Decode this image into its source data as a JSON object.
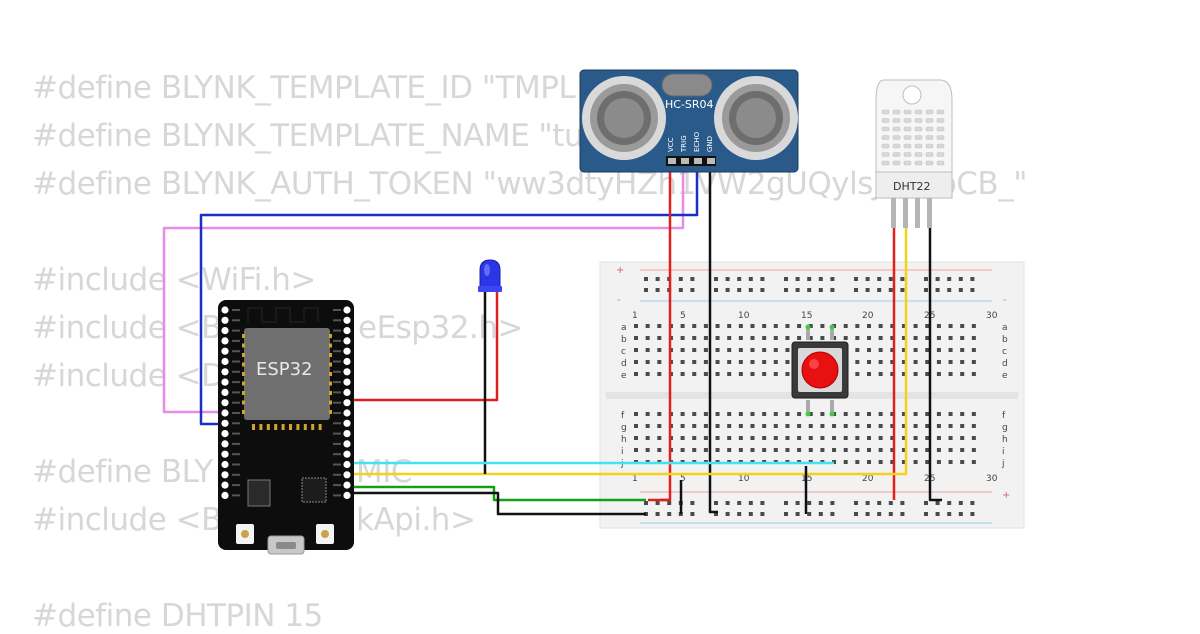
{
  "code_lines": [
    "#define BLYNK_TEMPLATE_ID \"TMPL",
    "#define BLYNK_TEMPLATE_NAME \"tu",
    "#define BLYNK_AUTH_TOKEN \"ww3dtyHZh1VW2gUQylsJ",
    "YIraoCB_\"",
    "#include <WiFi.h>",
    "#include <Bl",
    "eEsp32.h>",
    "#include <D",
    "#define BLY",
    "MIC",
    "#include <Bl",
    "kApi.h>",
    "#define DHTPIN 15"
  ],
  "esp32": {
    "label": "ESP32"
  },
  "ultrasonic": {
    "label": "HC-SR04",
    "pins": [
      "VCC",
      "TRIG",
      "ECHO",
      "GND"
    ]
  },
  "dht": {
    "label": "DHT22"
  },
  "breadboard": {
    "col_numbers": [
      "1",
      "5",
      "10",
      "15",
      "20",
      "25",
      "30"
    ],
    "rows_top": [
      "a",
      "b",
      "c",
      "d",
      "e"
    ],
    "rows_bottom": [
      "f",
      "g",
      "h",
      "i",
      "j"
    ],
    "plus": "+",
    "minus": "-"
  },
  "colors": {
    "red": "#e02020",
    "black": "#111111",
    "blue": "#1a2fc8",
    "violet": "#e88ae8",
    "cyan": "#3fe6f0",
    "yellow": "#f2d21a",
    "green": "#14a014",
    "board_blue": "#2a5a8a"
  }
}
